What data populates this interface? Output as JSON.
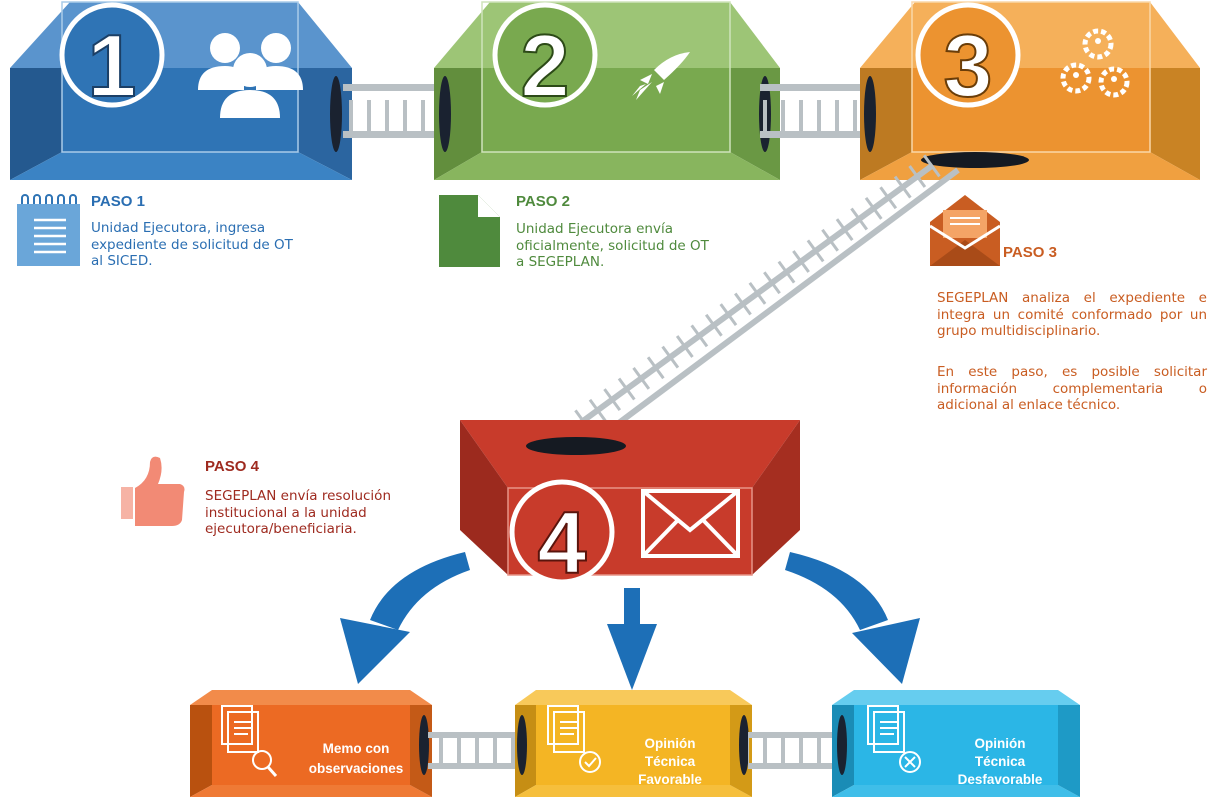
{
  "colors": {
    "blue": "#2f74b5",
    "green": "#79a94f",
    "orange": "#ec9330",
    "red": "#c83b2b",
    "arrow": "#1d6fb7",
    "box_memo": "#ec6a23",
    "box_favorable": "#f4b524",
    "box_desfavorable": "#2bb6e6"
  },
  "steps": [
    {
      "number": "1",
      "title": "PASO 1",
      "text": "Unidad Ejecutora, ingresa expediente de solicitud de OT al SICED.",
      "icon": "users-icon"
    },
    {
      "number": "2",
      "title": "PASO 2",
      "text": "Unidad Ejecutora envía oficialmente, solicitud de OT a SEGEPLAN.",
      "icon": "rocket-icon"
    },
    {
      "number": "3",
      "title": "PASO 3",
      "text": "SEGEPLAN analiza el expediente e integra un comité conformado por un grupo multidisciplinario.",
      "text2": "En este paso, es posible solicitar información complementaria o adicional al enlace técnico.",
      "icon": "gears-users-icon"
    },
    {
      "number": "4",
      "title": "PASO 4",
      "text": "SEGEPLAN envía resolución institucional a la unidad ejecutora/beneficiaria.",
      "icon": "envelope-icon"
    }
  ],
  "outcomes": [
    {
      "line1": "Memo con",
      "line2": "observaciones",
      "line3": "",
      "icon": "document-search-icon"
    },
    {
      "line1": "Opinión",
      "line2": "Técnica",
      "line3": "Favorable",
      "icon": "document-check-icon"
    },
    {
      "line1": "Opinión",
      "line2": "Técnica",
      "line3": "Desfavorable",
      "icon": "document-cancel-icon"
    }
  ]
}
